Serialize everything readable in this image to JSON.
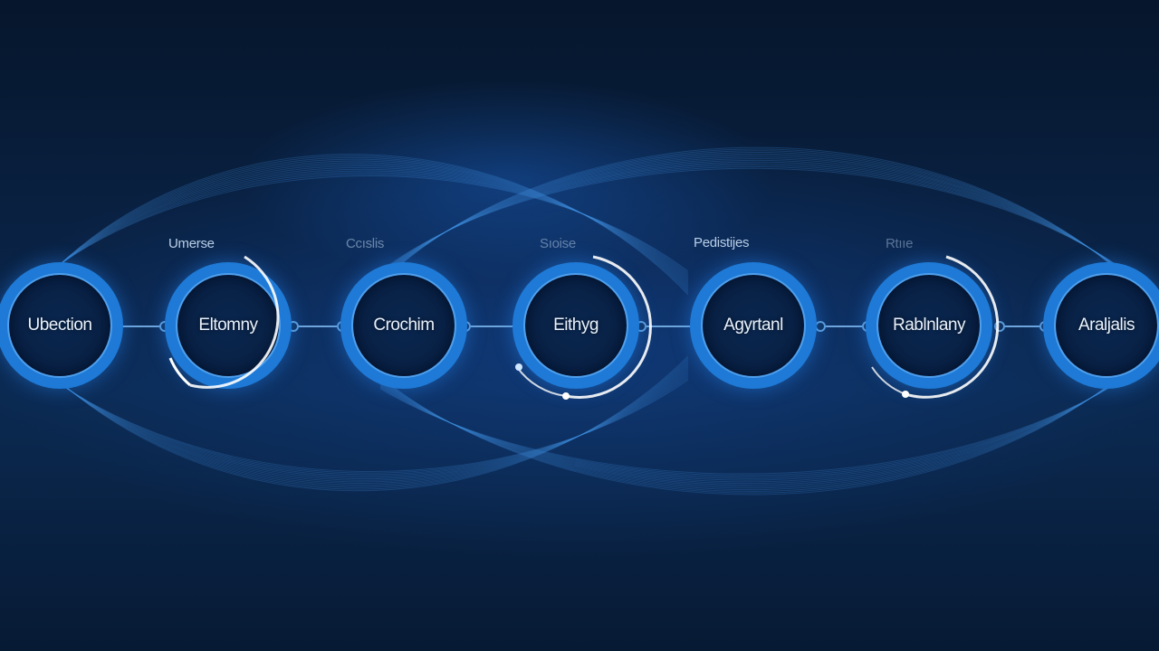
{
  "diagram": {
    "stages": [
      {
        "label": "Ubection"
      },
      {
        "label": "Eltomny"
      },
      {
        "label": "Crochim"
      },
      {
        "label": "Eithyg"
      },
      {
        "label": "Agyrtanl"
      },
      {
        "label": "Rablnlany"
      },
      {
        "label": "Araljalis"
      }
    ],
    "top_labels": [
      {
        "text": "Umerse"
      },
      {
        "text": "Ccıslis"
      },
      {
        "text": "Sıoise"
      },
      {
        "text": "Pedistijes"
      },
      {
        "text": "Rtııe"
      }
    ],
    "colors": {
      "background": "#071a33",
      "ring": "#1e7ad6",
      "highlight": "#ffffff",
      "wave_lines": "#3f8fe0"
    }
  }
}
